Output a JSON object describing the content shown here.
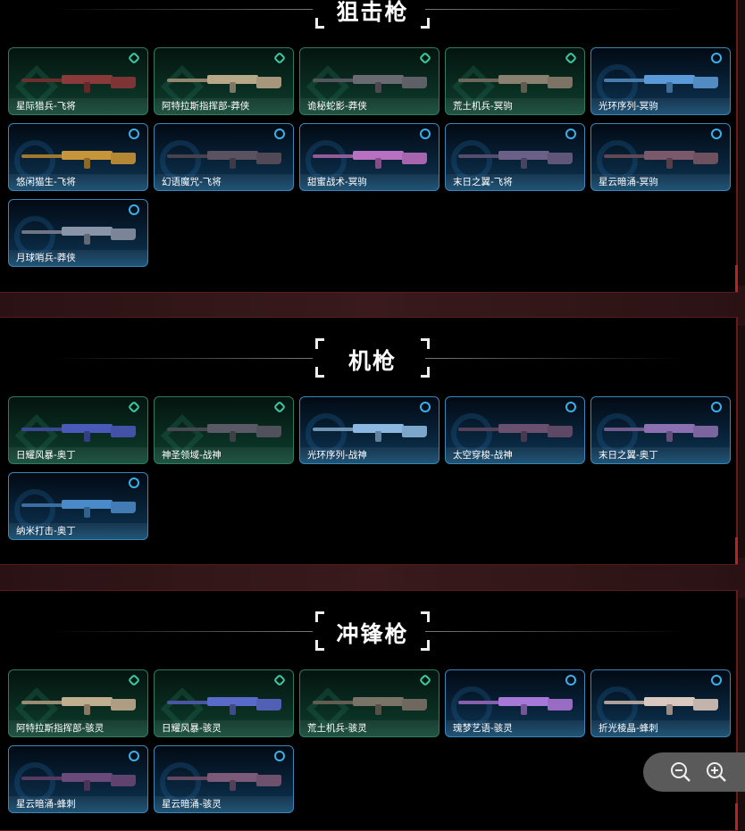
{
  "sections": [
    {
      "title": "狙击枪",
      "items": [
        {
          "label": "星际猎兵-飞将",
          "rarity": "green",
          "color": "#8a3a3a"
        },
        {
          "label": "阿特拉斯指挥部-莽侠",
          "rarity": "green",
          "color": "#b8a88a"
        },
        {
          "label": "诡秘蛇影-莽侠",
          "rarity": "green",
          "color": "#6a6a72"
        },
        {
          "label": "荒土机兵-冥驹",
          "rarity": "green",
          "color": "#8a8070"
        },
        {
          "label": "光环序列-冥驹",
          "rarity": "blue",
          "color": "#5a9ad8"
        },
        {
          "label": "悠闲猫生-飞将",
          "rarity": "blue",
          "color": "#c8963a"
        },
        {
          "label": "幻语魔咒-飞将",
          "rarity": "blue",
          "color": "#5a5260"
        },
        {
          "label": "甜蜜战术-冥驹",
          "rarity": "blue",
          "color": "#b870c0"
        },
        {
          "label": "末日之翼-飞将",
          "rarity": "blue",
          "color": "#6a6088"
        },
        {
          "label": "星云暗涌-冥驹",
          "rarity": "blue",
          "color": "#7a5a6a"
        },
        {
          "label": "月球哨兵-莽侠",
          "rarity": "blue",
          "color": "#8a94a8"
        }
      ]
    },
    {
      "title": "机枪",
      "items": [
        {
          "label": "日耀风暴-奥丁",
          "rarity": "green",
          "color": "#4a5ab8"
        },
        {
          "label": "神圣领域-战神",
          "rarity": "green",
          "color": "#5a5a66"
        },
        {
          "label": "光环序列-战神",
          "rarity": "blue",
          "color": "#8ab8e0"
        },
        {
          "label": "太空穿梭-战神",
          "rarity": "blue",
          "color": "#6a5070"
        },
        {
          "label": "末日之翼-奥丁",
          "rarity": "blue",
          "color": "#8a70b0"
        },
        {
          "label": "纳米打击-奥丁",
          "rarity": "blue",
          "color": "#4a8ac8"
        }
      ]
    },
    {
      "title": "冲锋枪",
      "items": [
        {
          "label": "阿特拉斯指挥部-骇灵",
          "rarity": "green",
          "color": "#c0ae90"
        },
        {
          "label": "日耀风暴-骇灵",
          "rarity": "green",
          "color": "#5a6ac8"
        },
        {
          "label": "荒土机兵-骇灵",
          "rarity": "green",
          "color": "#7a7468"
        },
        {
          "label": "瑰梦艺语-骇灵",
          "rarity": "blue",
          "color": "#a878d8"
        },
        {
          "label": "折光棱晶-蜂刺",
          "rarity": "blue",
          "color": "#d8c8c0"
        },
        {
          "label": "星云暗涌-蜂刺",
          "rarity": "blue",
          "color": "#6a4a7a"
        },
        {
          "label": "星云暗涌-骇灵",
          "rarity": "blue",
          "color": "#7a5a78"
        }
      ]
    }
  ],
  "zoom_controls": {
    "zoom_out_icon": "zoom-out-icon",
    "zoom_in_icon": "zoom-in-icon"
  }
}
